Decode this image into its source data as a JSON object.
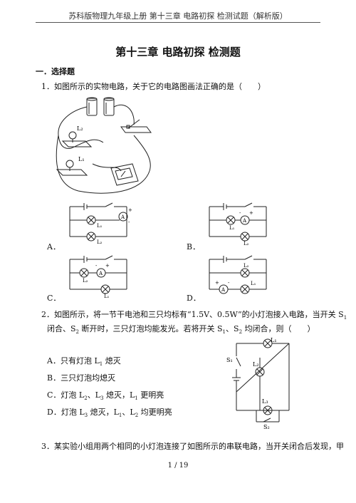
{
  "header": {
    "text": "苏科版物理九年级上册 第十三章 电路初探 检测试题（解析版）"
  },
  "title": "第十三章  电路初探  检测题",
  "section1": "一．选择题",
  "q1": {
    "stem": "1．如图所示的实物电路，关于它的电路图画法正确的是（　　）",
    "opt_a": "A．",
    "opt_b": "B．",
    "opt_c": "C．",
    "opt_d": "D．"
  },
  "q2": {
    "line1": "2．如图所示，将一节干电池和三只均标有“1.5V、0.5W”的小灯泡接入电路，当开关 S",
    "line1_sub": "1",
    "line2a": "闭合、S",
    "line2_sub1": "2",
    "line2b": " 断开时，三只灯泡均能发光。若将开关 S",
    "line2_sub2": "1",
    "line2c": "、S",
    "line2_sub3": "2",
    "line2d": " 均闭合，则（　　）",
    "opt_a": "A．只有灯泡 L",
    "opt_a_sub": "1",
    "opt_a_end": " 熄灭",
    "opt_b": "B．三只灯泡均熄灭",
    "opt_c_1": "C．灯泡 L",
    "opt_c_s1": "2",
    "opt_c_2": "、L",
    "opt_c_s2": "3",
    "opt_c_3": " 熄灭，L",
    "opt_c_s3": "1",
    "opt_c_4": " 更明亮",
    "opt_d_1": "D．灯泡 L",
    "opt_d_s1": "3",
    "opt_d_2": " 熄灭，L",
    "opt_d_s2": "1",
    "opt_d_3": "、L",
    "opt_d_s3": "2",
    "opt_d_4": " 均更明亮"
  },
  "q3": {
    "stem": "3．某实验小组用两个相同的小灯泡连接了如图所示的串联电路，当开关闭合后发现，甲"
  },
  "labels": {
    "L1": "L",
    "L2": "L",
    "L3": "L",
    "s1": "1",
    "s2": "2",
    "s3": "3",
    "A": "A",
    "plus": "+",
    "minus": "-",
    "S": "S"
  },
  "footer": "1 / 19"
}
